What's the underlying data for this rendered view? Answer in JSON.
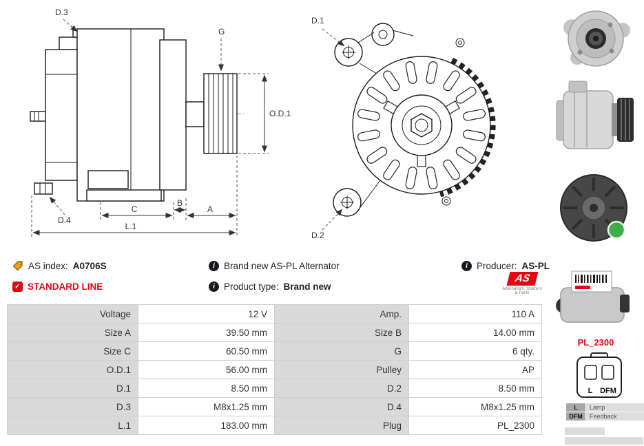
{
  "info": {
    "as_index_label": "AS index:",
    "as_index_value": "A0706S",
    "brand_new_line": "Brand new AS-PL Alternator",
    "producer_label": "Producer:",
    "producer_value": "AS-PL",
    "standard_line_label": "STANDARD LINE",
    "product_type_label": "Product type:",
    "product_type_value": "Brand new"
  },
  "icons": {
    "info_glyph": "i",
    "check_glyph": "✓"
  },
  "logo": {
    "text": "AS",
    "subtext": "Alternators, Starters & Parts"
  },
  "diagram": {
    "d1": "D.1",
    "d2": "D.2",
    "d3": "D.3",
    "d4": "D.4",
    "g": "G",
    "od1": "O.D.1",
    "a": "A",
    "b": "B",
    "c": "C",
    "l1": "L.1"
  },
  "plug": {
    "code": "PL_2300",
    "pin_left": "L",
    "pin_right": "DFM",
    "legend": [
      {
        "pin": "L",
        "desc": "Lamp"
      },
      {
        "pin": "DFM",
        "desc": "Feedback"
      }
    ]
  },
  "spec_table": {
    "rows": [
      {
        "label_left": "Voltage",
        "value_left": "12 V",
        "label_right": "Amp.",
        "value_right": "110 A"
      },
      {
        "label_left": "Size A",
        "value_left": "39.50 mm",
        "label_right": "Size B",
        "value_right": "14.00 mm"
      },
      {
        "label_left": "Size C",
        "value_left": "60.50 mm",
        "label_right": "G",
        "value_right": "6 qty."
      },
      {
        "label_left": "O.D.1",
        "value_left": "56.00 mm",
        "label_right": "Pulley",
        "value_right": "AP"
      },
      {
        "label_left": "D.1",
        "value_left": "8.50 mm",
        "label_right": "D.2",
        "value_right": "8.50 mm"
      },
      {
        "label_left": "D.3",
        "value_left": "M8x1.25 mm",
        "label_right": "D.4",
        "value_right": "M8x1.25 mm"
      },
      {
        "label_left": "L.1",
        "value_left": "183.00 mm",
        "label_right": "Plug",
        "value_right": "PL_2300"
      }
    ]
  },
  "colors": {
    "accent_red": "#e30613",
    "table_label_bg": "#d9d9d9",
    "table_border": "#cfcfcf",
    "info_icon_bg": "#15151e",
    "tag_icon": "#f0a30a"
  }
}
